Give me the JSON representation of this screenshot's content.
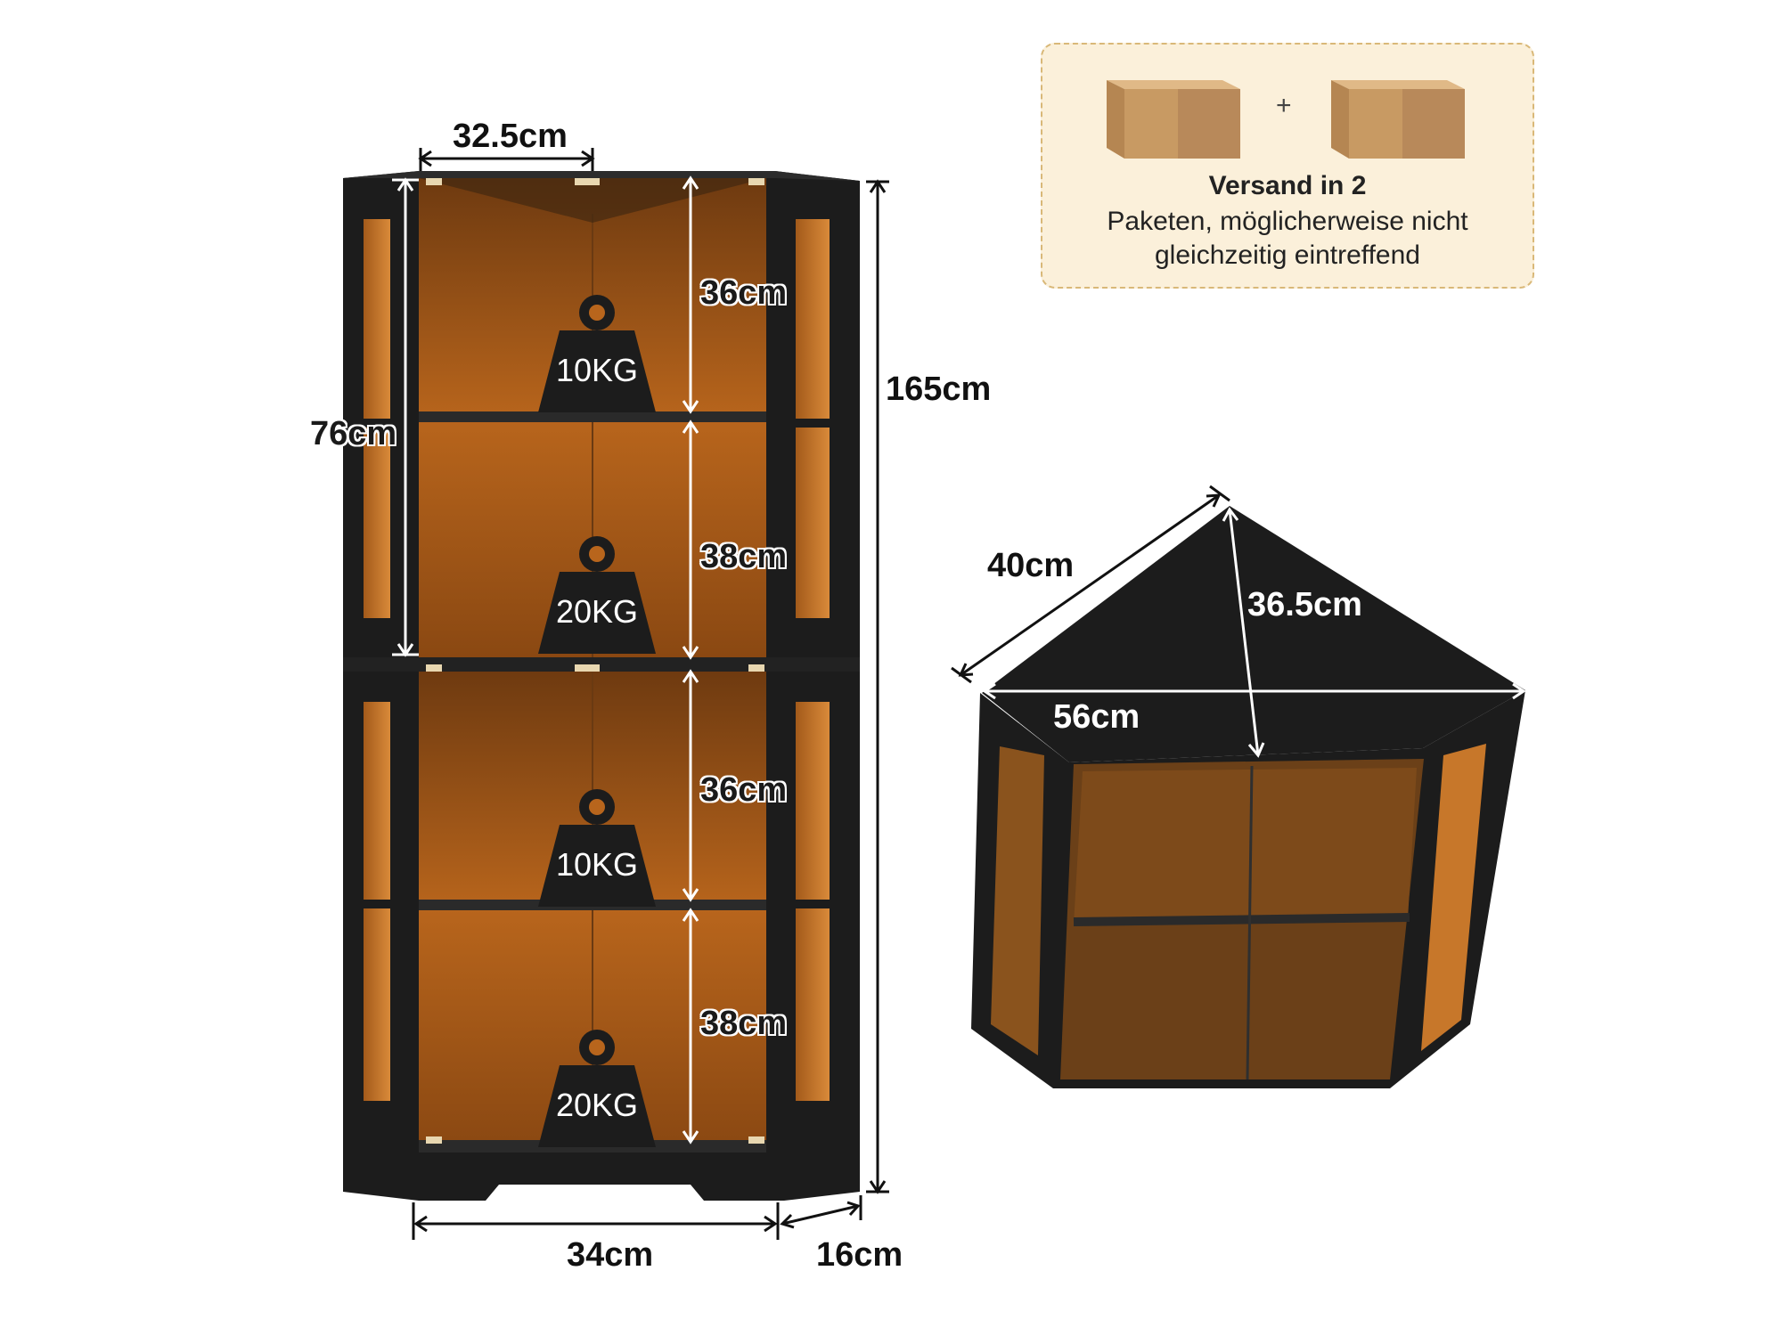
{
  "dimensions": {
    "top_width": "32.5cm",
    "upper_height": "76cm",
    "total_height": "165cm",
    "shelf1": "36cm",
    "shelf2": "38cm",
    "shelf3": "36cm",
    "shelf4": "38cm",
    "front_width": "34cm",
    "side_width": "16cm",
    "top_side": "40cm",
    "top_depth": "36.5cm",
    "top_front": "56cm"
  },
  "weights": [
    "10KG",
    "20KG",
    "10KG",
    "20KG"
  ],
  "shipping": {
    "plus": "+",
    "line1": "Versand in 2",
    "line2": "Paketen, möglicherweise nicht",
    "line3": "gleichzeitig eintreffend"
  },
  "colors": {
    "cabinet": "#1c1c1c",
    "interior": "#b8651c",
    "notice_bg": "#fbf0da",
    "box": "#c89a63"
  }
}
